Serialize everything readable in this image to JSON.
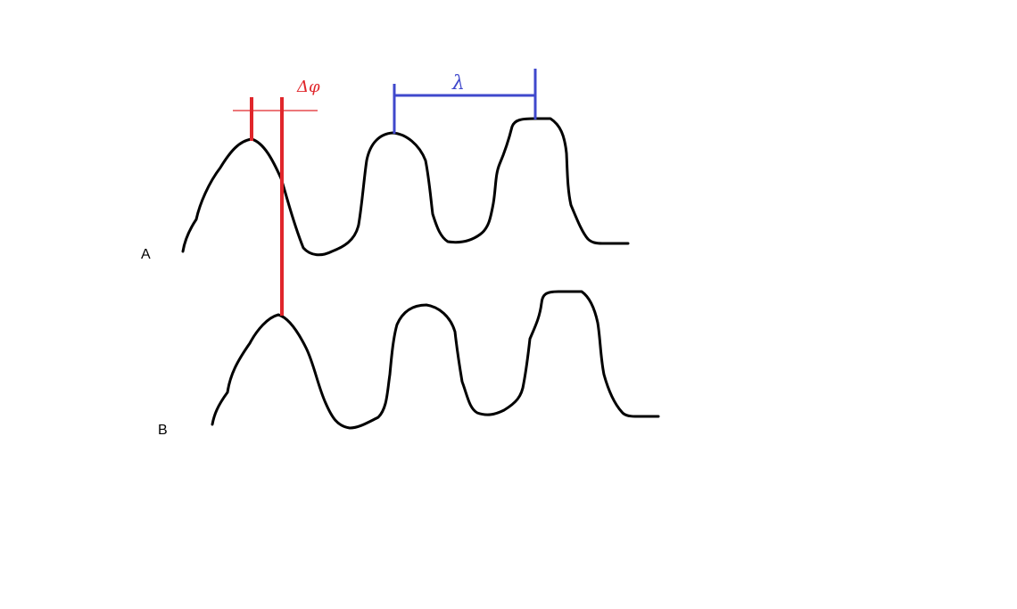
{
  "waves": [
    {
      "label": "A"
    },
    {
      "label": "B"
    }
  ],
  "annotations": {
    "phase_shift_label": "Δφ",
    "wavelength_label": "λ"
  },
  "colors": {
    "wave": "#000000",
    "phase_marker": "#e0262b",
    "wavelength_marker": "#3f48cc",
    "background": "#ffffff"
  }
}
